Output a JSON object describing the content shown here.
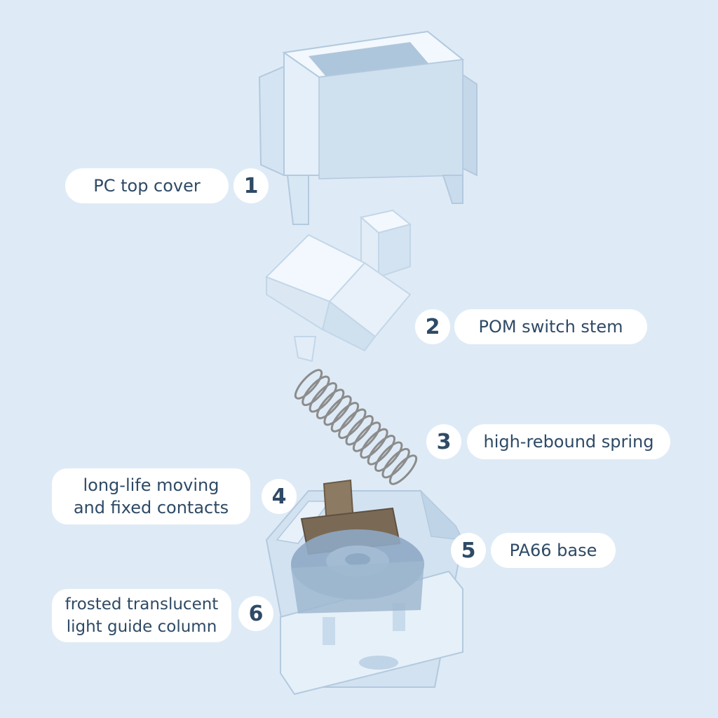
{
  "colors": {
    "background": "#deebf6",
    "label_bg": "#ffffff",
    "label_text": "#2e4a66",
    "part_light": "#e8f2fb",
    "part_mid": "#c9dcee",
    "part_dark": "#a9c3dc",
    "metal": "#8c8c8c",
    "contact": "#7a6a55",
    "guide": "#8ea9c4"
  },
  "parts": [
    {
      "number": "1",
      "label": "PC top cover",
      "icon": "top-cover-icon"
    },
    {
      "number": "2",
      "label": "POM switch stem",
      "icon": "switch-stem-icon"
    },
    {
      "number": "3",
      "label": "high-rebound spring",
      "icon": "spring-icon"
    },
    {
      "number": "4",
      "label_lines": [
        "long-life moving",
        "and fixed contacts"
      ],
      "icon": "contacts-icon"
    },
    {
      "number": "5",
      "label": "PA66 base",
      "icon": "base-icon"
    },
    {
      "number": "6",
      "label_lines": [
        "frosted translucent",
        "light guide column"
      ],
      "icon": "light-guide-icon"
    }
  ]
}
